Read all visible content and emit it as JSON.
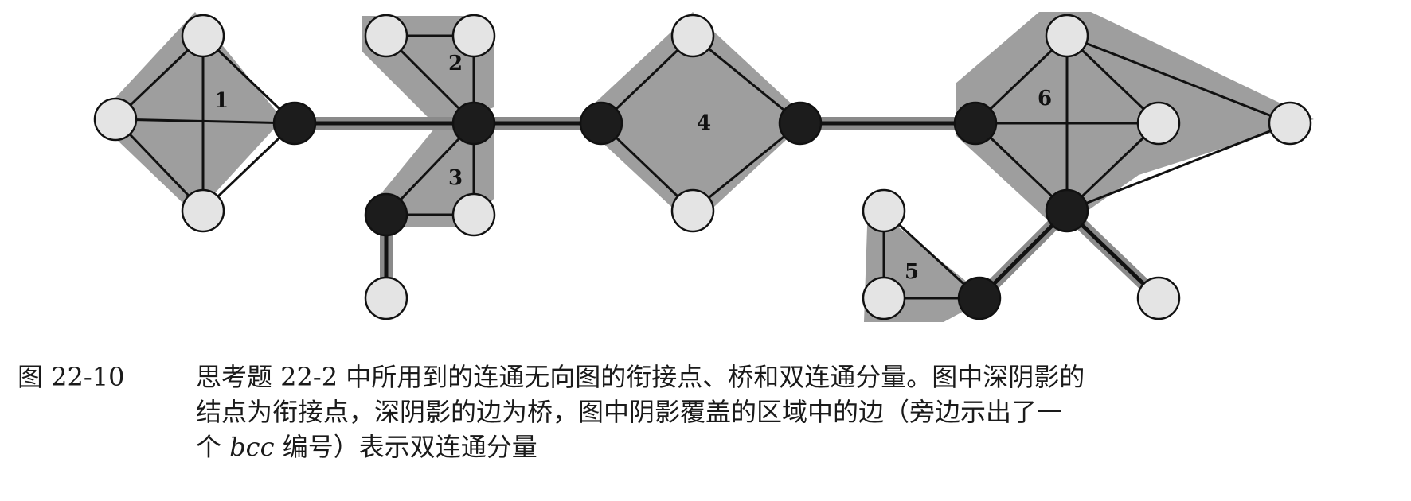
{
  "figure": {
    "bcc_labels": [
      "1",
      "2",
      "3",
      "4",
      "5",
      "6"
    ],
    "colors": {
      "region_fill": "#9e9e9e",
      "light_vertex": "#e4e4e4",
      "dark_vertex": "#1c1c1c",
      "edge": "#111111",
      "bridge_shadow": "#8a8a8a"
    }
  },
  "caption": {
    "figure_number": "图 22-10",
    "line1": "思考题 22-2 中所用到的连通无向图的衔接点、桥和双连通分量。图中深阴影的",
    "line2": "结点为衔接点，深阴影的边为桥，图中阴影覆盖的区域中的边（旁边示出了一",
    "line3_a": "个 ",
    "line3_b": "bcc",
    "line3_c": " 编号）表示双连通分量"
  }
}
